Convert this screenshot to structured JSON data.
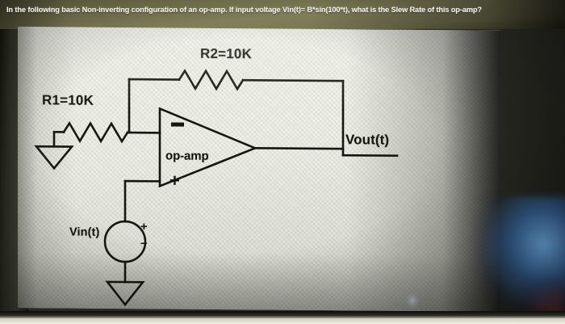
{
  "question": {
    "text": "In the following basic Non-inverting configuration of an op-amp. If input voltage Vin(t)= B*sin(100*t), what is the Slew Rate of this op-amp?"
  },
  "circuit": {
    "title": "non-inverting-op-amp-circuit",
    "components": {
      "r2_label": "R2=10K",
      "r1_label": "R1=10K",
      "opamp_label": "op-amp",
      "opamp_inverting_sign": "–",
      "opamp_noninverting_sign": "+",
      "output_label": "Vout(t)",
      "source_label": "Vin(t)",
      "source_plus": "+",
      "source_minus": "–"
    },
    "values": {
      "r1": "10K",
      "r2": "10K",
      "vin_expression": "B*sin(100*t)"
    }
  },
  "colors": {
    "banner_bg": "#7e7b56",
    "banner_text": "#f3f2ea",
    "paper_bg": "#e9eae0",
    "ink": "#16160f",
    "bezel": "#2e2f26"
  }
}
